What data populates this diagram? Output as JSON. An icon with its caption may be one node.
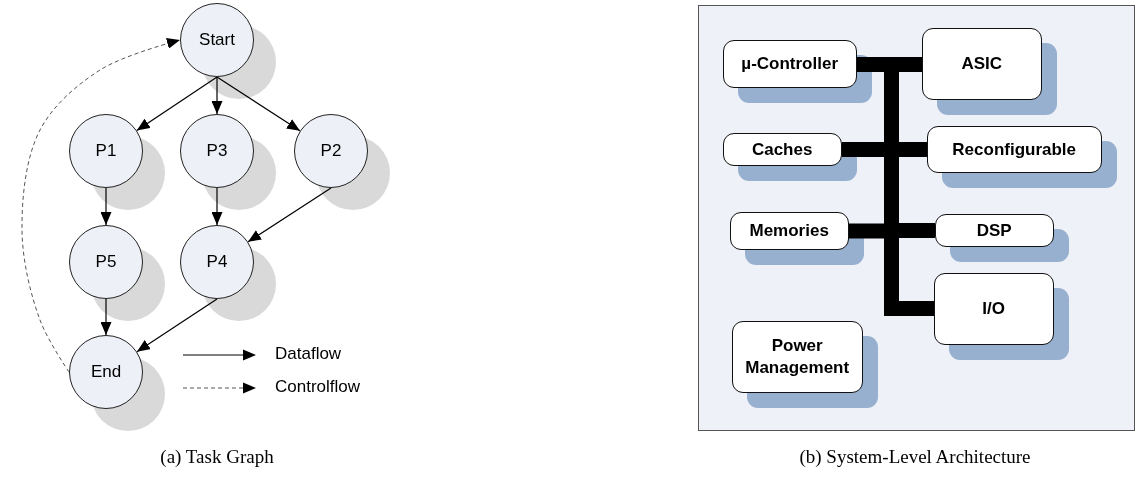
{
  "diagram": {
    "nodes": [
      {
        "text": [
          "Start"
        ]
      },
      {
        "text": [
          "P1"
        ]
      },
      {
        "text": [
          "P3"
        ]
      },
      {
        "text": [
          "P2"
        ]
      },
      {
        "text": [
          "P5"
        ]
      },
      {
        "text": [
          "P4"
        ]
      },
      {
        "text": [
          "End"
        ]
      },
      {
        "text": [],
        "shape": "box"
      },
      {
        "text": [
          "µ-Controller"
        ],
        "in": 7
      },
      {
        "text": [
          "ASIC"
        ],
        "in": 7
      },
      {
        "text": [
          "Caches"
        ],
        "in": 7
      },
      {
        "text": [
          "Reconfigurable"
        ],
        "in": 7
      },
      {
        "text": [
          "Memories"
        ],
        "in": 7
      },
      {
        "text": [
          "DSP"
        ],
        "in": 7
      },
      {
        "text": [
          "I/O"
        ],
        "in": 7
      },
      {
        "text": [
          "Power Management"
        ],
        "in": 7
      },
      {
        "text": [],
        "shape": "bar",
        "in": 7
      }
    ],
    "edges": [
      {
        "from": 0,
        "to": 1,
        "arrow": "to"
      },
      {
        "from": 0,
        "to": 2,
        "arrow": "to"
      },
      {
        "from": 0,
        "to": 3,
        "arrow": "to"
      },
      {
        "from": 1,
        "to": 4,
        "arrow": "to"
      },
      {
        "from": 2,
        "to": 5,
        "arrow": "to"
      },
      {
        "from": 3,
        "to": 5,
        "arrow": "to"
      },
      {
        "from": 4,
        "to": 6,
        "arrow": "to"
      },
      {
        "from": 5,
        "to": 6,
        "arrow": "to"
      },
      {
        "from": 6,
        "to": 0,
        "arrow": "to",
        "style": "dashed",
        "color": "#555555"
      },
      {
        "from": 8,
        "to": 16,
        "arrow": "none",
        "style": "thick"
      },
      {
        "from": 9,
        "to": 16,
        "arrow": "none",
        "style": "thick"
      },
      {
        "from": 10,
        "to": 16,
        "arrow": "none",
        "style": "thick"
      },
      {
        "from": 11,
        "to": 16,
        "arrow": "none",
        "style": "thick"
      },
      {
        "from": 12,
        "to": 16,
        "arrow": "none",
        "style": "thick"
      },
      {
        "from": 13,
        "to": 16,
        "arrow": "none",
        "style": "thick"
      },
      {
        "from": 14,
        "to": 16,
        "arrow": "none",
        "style": "thick"
      }
    ],
    "labels": [
      "(a) Task Graph",
      "(b) System-Level Architecture"
    ],
    "legend": [
      {
        "text": "Dataflow"
      },
      {
        "text": "Controlflow"
      }
    ]
  }
}
